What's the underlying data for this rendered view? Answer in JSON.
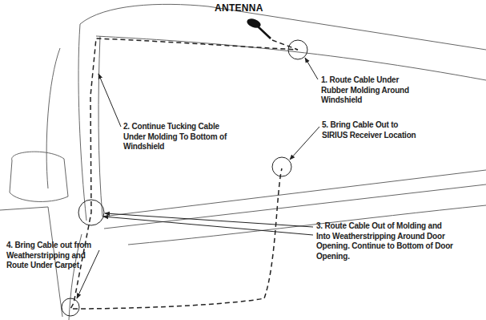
{
  "diagram": {
    "labels": [
      "ANTENNA",
      "1. Route Cable Under Rubber Molding Around Windshield",
      "2. Continue Tucking Cable Under Molding To Bottom of Windshield",
      "5. Bring Cable Out to SIRIUS Receiver Location",
      "3. Route Cable Out of Molding and Into Weatherstripping Around Door Opening. Continue to Bottom of Door Opening.",
      "4. Bring Cable out from Weatherstripping and Route Under Carpet"
    ]
  }
}
